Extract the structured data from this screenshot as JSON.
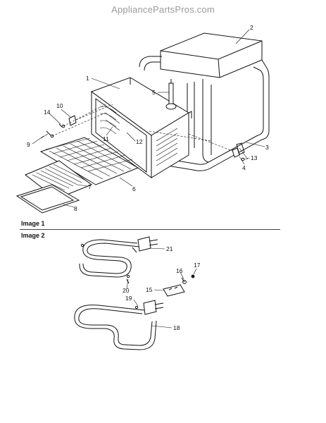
{
  "watermark": "AppliancePartsPros.com",
  "sections": {
    "image1_label": "Image 1",
    "image2_label": "Image 2"
  },
  "callouts": [
    {
      "id": "c1",
      "text": "1"
    },
    {
      "id": "c2",
      "text": "2"
    },
    {
      "id": "c3",
      "text": "3"
    },
    {
      "id": "c4",
      "text": "4"
    },
    {
      "id": "c5",
      "text": "5"
    },
    {
      "id": "c6",
      "text": "6"
    },
    {
      "id": "c7",
      "text": "7"
    },
    {
      "id": "c8",
      "text": "8"
    },
    {
      "id": "c9",
      "text": "9"
    },
    {
      "id": "c10",
      "text": "10"
    },
    {
      "id": "c11",
      "text": "11"
    },
    {
      "id": "c12",
      "text": "12"
    },
    {
      "id": "c13",
      "text": "13"
    },
    {
      "id": "c14",
      "text": "14"
    },
    {
      "id": "c15",
      "text": "15"
    },
    {
      "id": "c16",
      "text": "16"
    },
    {
      "id": "c17",
      "text": "17"
    },
    {
      "id": "c18",
      "text": "18"
    },
    {
      "id": "c19",
      "text": "19"
    },
    {
      "id": "c20",
      "text": "20"
    },
    {
      "id": "c21",
      "text": "21"
    }
  ]
}
